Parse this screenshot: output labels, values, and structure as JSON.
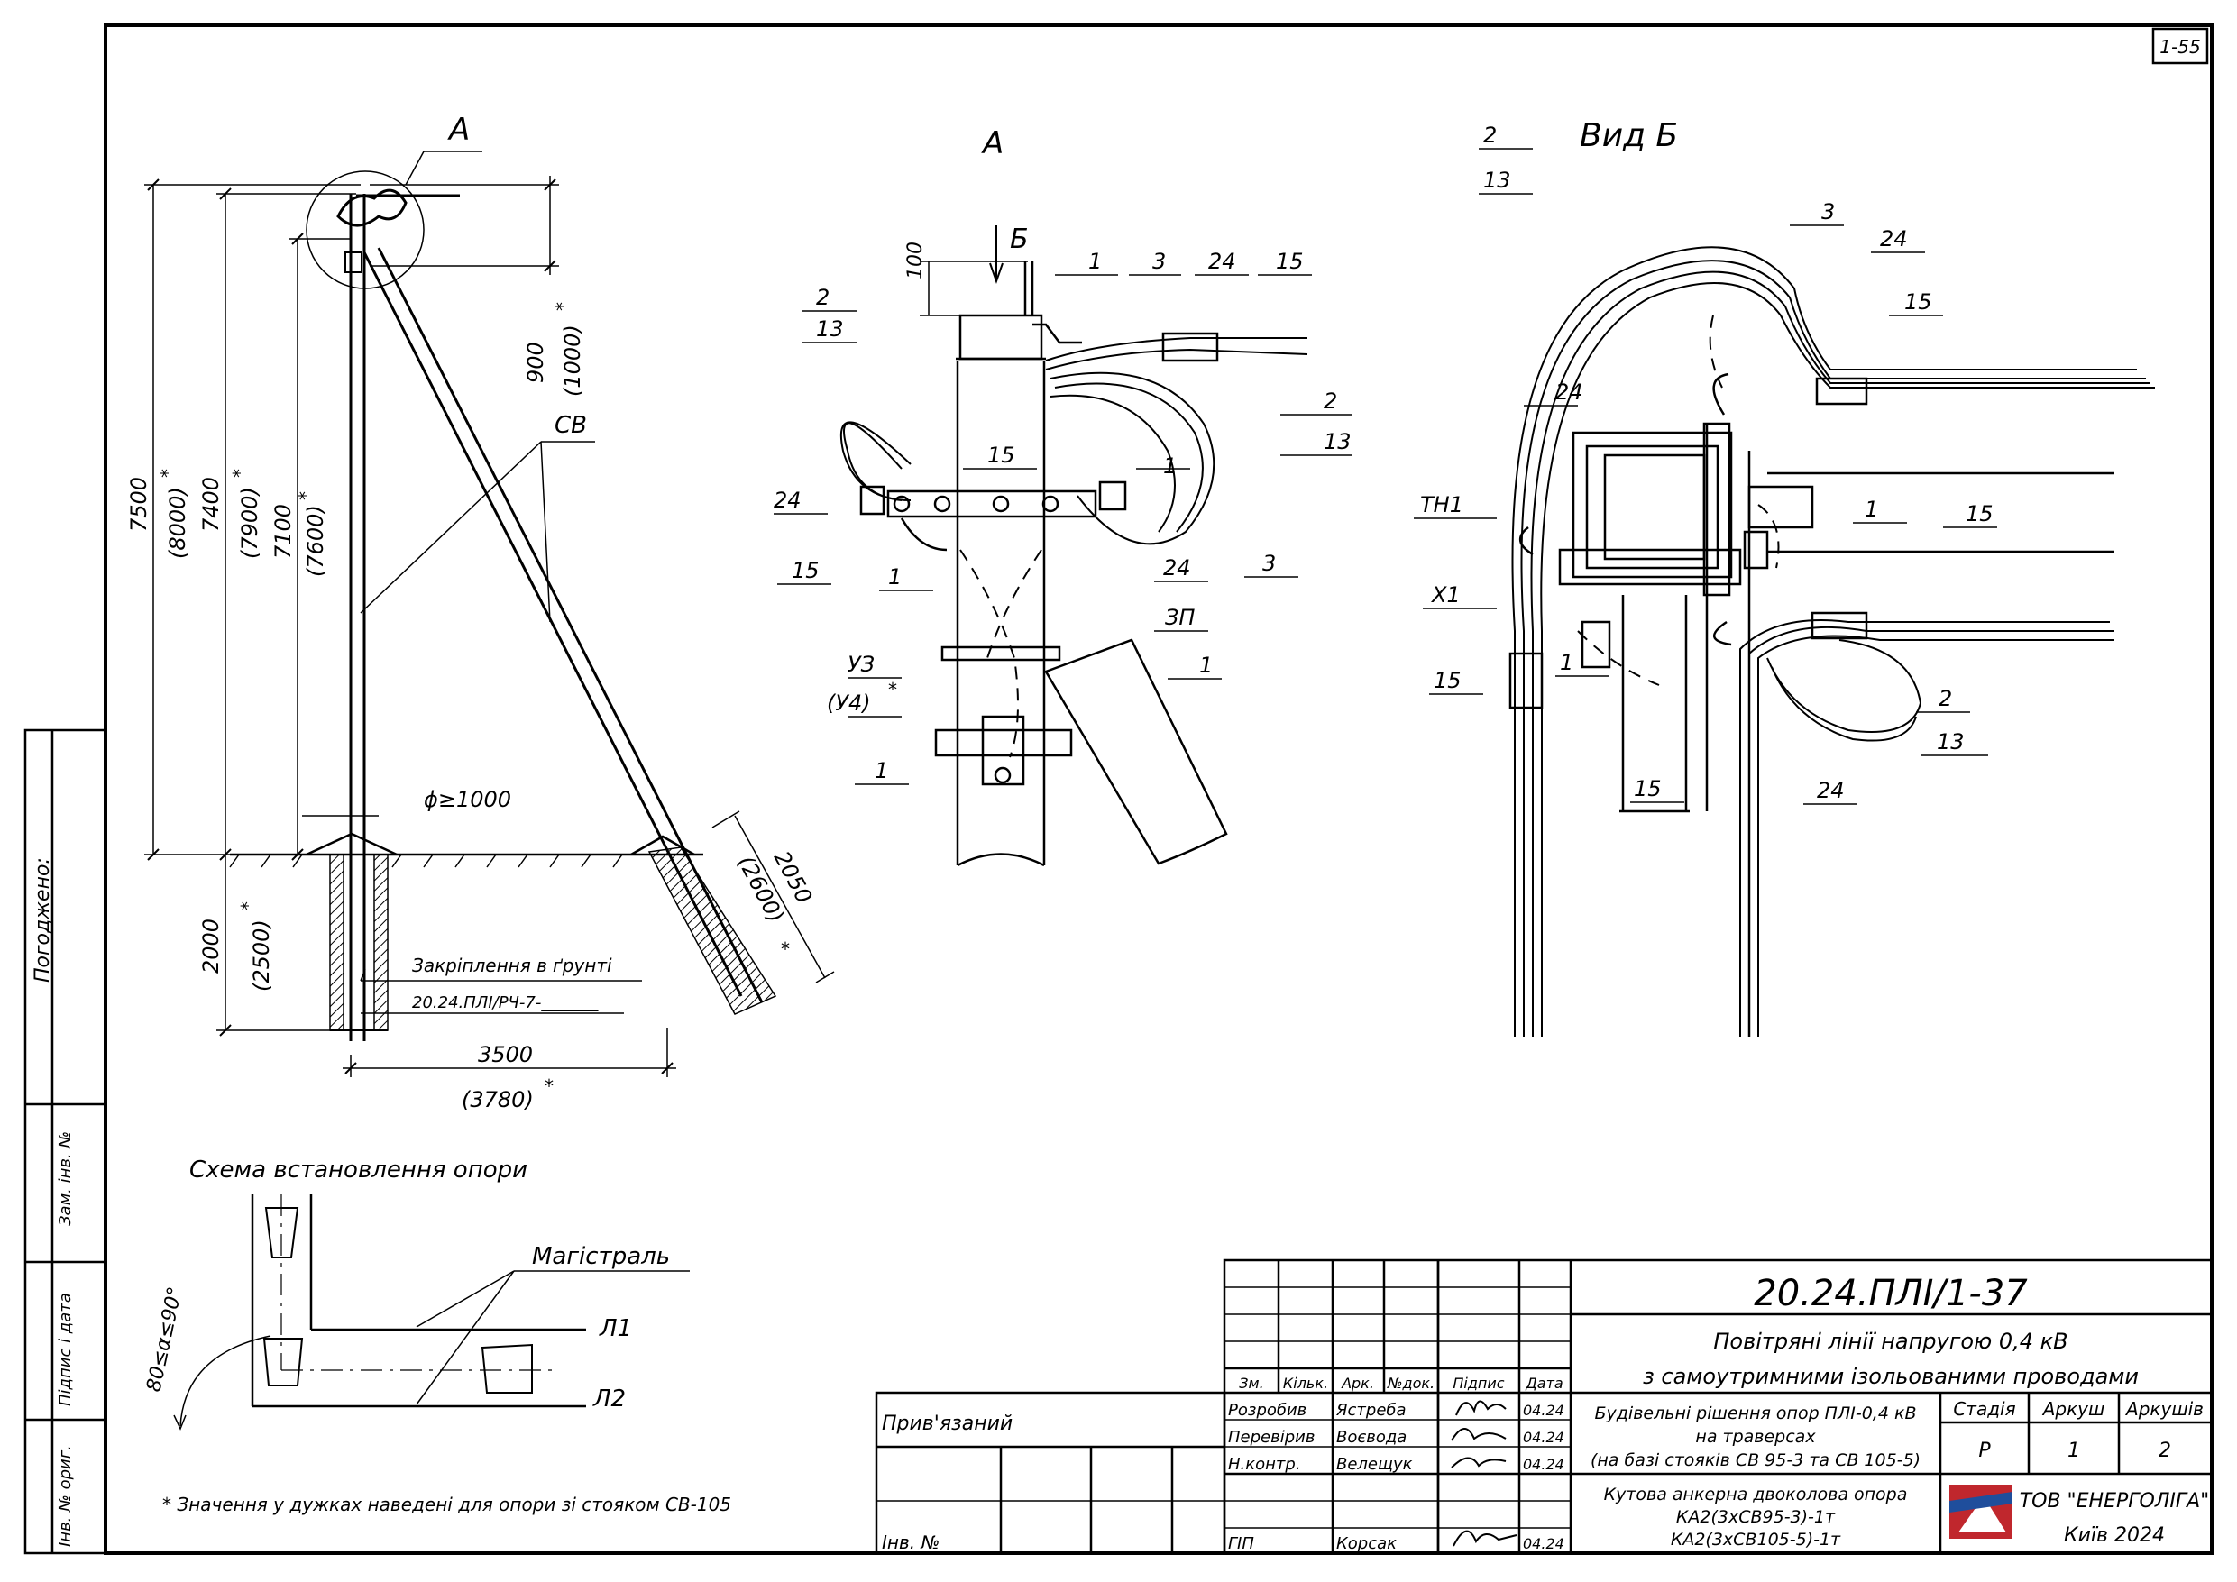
{
  "sheet": {
    "number": "1-55",
    "approved_label": "Погоджено:",
    "inv_repl_label": "Зам. інв. №",
    "sign_date_label": "Підпис і дата",
    "inv_orig_label": "Інв. № ориг."
  },
  "view_a": {
    "title": "A"
  },
  "view_a_detail": {
    "title": "A",
    "arrow_label": "Б"
  },
  "view_b": {
    "title": "Вид Б"
  },
  "pole": {
    "callout_a": "A",
    "sv_label": "СВ",
    "dim_7500": "7500",
    "dim_8000": "(8000)",
    "dim_7400": "7400",
    "dim_7900": "(7900)",
    "dim_7100": "7100",
    "dim_7600": "(7600)",
    "dim_900": "900",
    "dim_1000": "(1000)",
    "dim_phi": "ϕ≥1000",
    "dim_2000": "2000",
    "dim_2500": "(2500)",
    "dim_2050": "2050",
    "dim_2600": "(2600)",
    "dim_3500": "3500",
    "dim_3780": "(3780)",
    "asterisk": "*",
    "ground_fix_label": "Закріплення в ґрунті",
    "ground_fix_code": "20.24.ПЛІ/РЧ-7-_______"
  },
  "callouts_a": [
    "1",
    "3",
    "24",
    "15",
    "2",
    "13",
    "100",
    "15",
    "1",
    "2",
    "13",
    "24",
    "15",
    "1",
    "24",
    "3",
    "ЗП",
    "1",
    "УЗ",
    "(У4)",
    "1"
  ],
  "callouts_b": [
    "2",
    "13",
    "3",
    "24",
    "15",
    "24",
    "ТН1",
    "1",
    "15",
    "Х1",
    "15",
    "1",
    "2",
    "13",
    "15",
    "24"
  ],
  "scheme": {
    "title": "Схема встановлення опори",
    "main_label": "Магістраль",
    "l1": "Л1",
    "l2": "Л2",
    "angle": "80≤α≤90°"
  },
  "footnote": "* Значення у дужках наведені для опори зі стояком СВ-105",
  "title_block": {
    "code": "20.24.ПЛІ/1-37",
    "line1": "Повітряні лінії напругою 0,4 кВ",
    "line2": "з самоутримними ізольованими проводами",
    "desc1": "Будівельні рішення опор ПЛІ-0,4 кВ",
    "desc2": "на траверсах",
    "desc3": "(на базі стояків СВ 95-3 та СВ 105-5)",
    "drawing1": "Кутова анкерна двоколова опора",
    "drawing2": "КА2(3хСВ95-3)-1т",
    "drawing3": "КА2(3хСВ105-5)-1т",
    "stage_label": "Стадія",
    "sheet_label": "Аркуш",
    "sheets_label": "Аркушів",
    "stage": "Р",
    "sheet": "1",
    "sheets": "2",
    "company": "ТОВ \"ЕНЕРГОЛІГА\"",
    "city": "Київ 2024",
    "bound_label": "Прив'язаний",
    "inv_label": "Інв. №",
    "headers": [
      "Зм.",
      "Кільк.",
      "Арк.",
      "№док.",
      "Підпис",
      "Дата"
    ],
    "signers": [
      {
        "role": "Розробив",
        "name": "Ястреба",
        "date": "04.24"
      },
      {
        "role": "Перевірив",
        "name": "Воєвода",
        "date": "04.24"
      },
      {
        "role": "Н.контр.",
        "name": "Велещук",
        "date": "04.24"
      },
      {
        "role": "ГІП",
        "name": "Корсак",
        "date": "04.24"
      }
    ]
  }
}
